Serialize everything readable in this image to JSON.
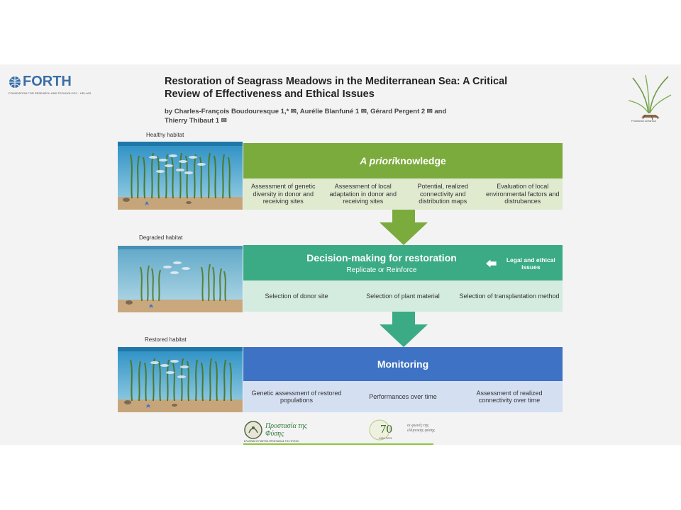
{
  "header": {
    "logo": "FORTH",
    "logo_tagline": "FOUNDATION FOR RESEARCH AND TECHNOLOGY - HELLAS",
    "title_line1": "Restoration of Seagrass Meadows in the Mediterranean Sea: A Critical",
    "title_line2": "Review of Effectiveness and Ethical Issues",
    "authors_line1": "by Charles-François Boudouresque 1,* ✉, Aurélie Blanfuné 1 ✉, Gérard Pergent 2 ✉ and",
    "authors_line2": "Thierry Thibaut 1 ✉",
    "plant_caption": "Posidonia oceanica"
  },
  "habitats": {
    "healthy": "Healthy habitat",
    "degraded": "Degraded habitat",
    "restored": "Restored habitat"
  },
  "stage1": {
    "title_em": "A priori",
    "title_rest": " knowledge",
    "items": [
      "Assessment of genetic diversity in donor and receiving sites",
      "Assessment of local adaptation in donor and receiving sites",
      "Potential, realized connectivity and distribution maps",
      "Evaluation of local environmental factors and distrubances"
    ]
  },
  "stage2": {
    "title": "Decision-making for restoration",
    "subtitle": "Replicate or Reinforce",
    "side_note": "Legal and ethical issues",
    "items": [
      "Selection of donor site",
      "Selection of plant material",
      "Selection of transplantation method"
    ]
  },
  "stage3": {
    "title": "Monitoring",
    "items": [
      "Genetic assessment of restored populations",
      "Performances over time",
      "Assessment of realized connectivity over time"
    ]
  },
  "footer": {
    "logo1_text": "Προστασία της Φύσης",
    "logo1_sub": "ΕΛΛΗΝΙΚΗ ΕΤΑΙΡΕΙΑ ΠΡΟΣΤΑΣΙΑΣ ΤΗΣ ΦΥΣΗΣ",
    "logo2_number": "70",
    "logo2_years": "1951 2021",
    "logo2_text": "οι φωνές της ελληνικής φύσης"
  },
  "colors": {
    "green": "#7aab3c",
    "green_light": "#dfeacf",
    "teal": "#3aab84",
    "teal_light": "#d4ebe0",
    "blue": "#3d72c4",
    "blue_light": "#d4e0f2"
  }
}
